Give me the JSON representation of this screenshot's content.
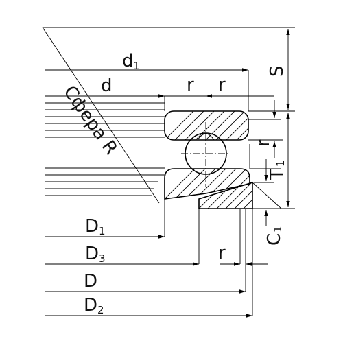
{
  "labels": {
    "d1": "d",
    "d1_sub": "1",
    "d": "d",
    "r_top_left": "r",
    "r_top_right": "r",
    "S": "S",
    "sphere": "Сфера R",
    "r_right": "r",
    "T1": "T",
    "T1_sub": "1",
    "C1": "C",
    "C1_sub": "1",
    "D1": "D",
    "D1_sub": "1",
    "D3": "D",
    "D3_sub": "3",
    "r_bottom": "r",
    "D": "D",
    "D2": "D",
    "D2_sub": "2"
  }
}
